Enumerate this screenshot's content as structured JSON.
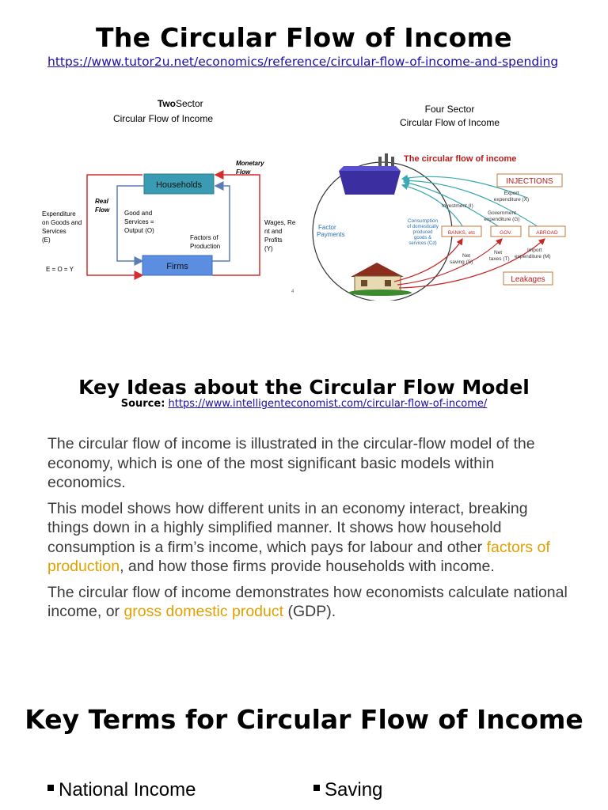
{
  "page": {
    "title": "The Circular Flow of Income",
    "reference_link": "https://www.tutor2u.net/economics/reference/circular-flow-of-income-and-spending"
  },
  "two_sector": {
    "heading_bold": "Two",
    "heading_rest": " Sector",
    "heading_line2": "Circular Flow of Income",
    "households": "Households",
    "firms": "Firms",
    "monetary_flow_1": "Monetary",
    "monetary_flow_2": "Flow",
    "real_flow_1": "Real",
    "real_flow_2": "Flow",
    "expenditure_1": "Expenditure",
    "expenditure_2": "on Goods and",
    "expenditure_3": "Services",
    "expenditure_4": "(E)",
    "goods_1": "Good and",
    "goods_2": "Services =",
    "goods_3": "Output (O)",
    "factors_1": "Factors of",
    "factors_2": "Production",
    "wages_1": "Wages, Re",
    "wages_2": "nt and",
    "wages_3": "Profits",
    "wages_4": "(Y)",
    "equation": "E = O = Y",
    "page_num": "4"
  },
  "four_sector": {
    "heading_line1": "Four Sector",
    "heading_line2": "Circular Flow of Income",
    "diagram_title": "The circular flow of income",
    "injections": "INJECTIONS",
    "leakages": "Leakages",
    "factor_payments_1": "Factor",
    "factor_payments_2": "Payments",
    "consumption_1": "Consumption",
    "consumption_2": "of domestically",
    "consumption_3": "produced",
    "consumption_4": "goods &",
    "consumption_5": "services (Cd)",
    "export_1": "Export",
    "export_2": "expenditure (X)",
    "investment": "Investment (I)",
    "government_1": "Government",
    "government_2": "expenditure (G)",
    "banks": "BANKS, etc",
    "gov": "GOV.",
    "abroad": "ABROAD",
    "saving_1": "Net",
    "saving_2": "saving (S)",
    "taxes_1": "Net",
    "taxes_2": "taxes (T)",
    "import_1": "Import",
    "import_2": "expenditure (M)"
  },
  "key_ideas": {
    "title": "Key Ideas about the Circular Flow Model",
    "source_label": "Source:",
    "source_link": "https://www.intelligenteconomist.com/circular-flow-of-income/",
    "p1": "The circular flow of income is illustrated in the circular-flow model of the economy, which is one of the most significant basic models within economics.",
    "p2_a": "This model shows how different units in an economy interact, breaking things down in a highly simplified manner. It shows how household consumption is a firm’s income, which pays for labour and other ",
    "p2_link": "factors of production",
    "p2_b": ", and how those firms provide households with income.",
    "p3_a": "The circular flow of income demonstrates how economists calculate national income, or ",
    "p3_link": "gross domestic product",
    "p3_b": " (GDP)."
  },
  "key_terms": {
    "title": "Key Terms for Circular Flow of Income",
    "items": [
      "National Income",
      "Saving"
    ]
  }
}
